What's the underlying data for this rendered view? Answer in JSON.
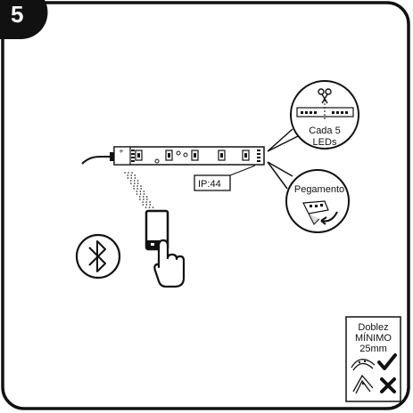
{
  "step": {
    "number": "5"
  },
  "callouts": {
    "cut": {
      "line1": "Cada 5",
      "line2": "LEDs",
      "icon": "scissors-icon"
    },
    "adhesive": {
      "label": "Pegamento",
      "icon": "adhesive-tape-icon"
    },
    "ip_rating": {
      "label": "IP:44"
    }
  },
  "controller": {
    "icons": [
      "bluetooth-icon",
      "phone-icon",
      "hand-pointer-icon"
    ]
  },
  "bend_note": {
    "line1": "Doblez",
    "line2": "MÍNIMO",
    "line3": "25mm",
    "correct_mark": "check-icon",
    "wrong_mark": "cross-icon"
  },
  "colors": {
    "stroke": "#111111",
    "background": "#ffffff"
  }
}
